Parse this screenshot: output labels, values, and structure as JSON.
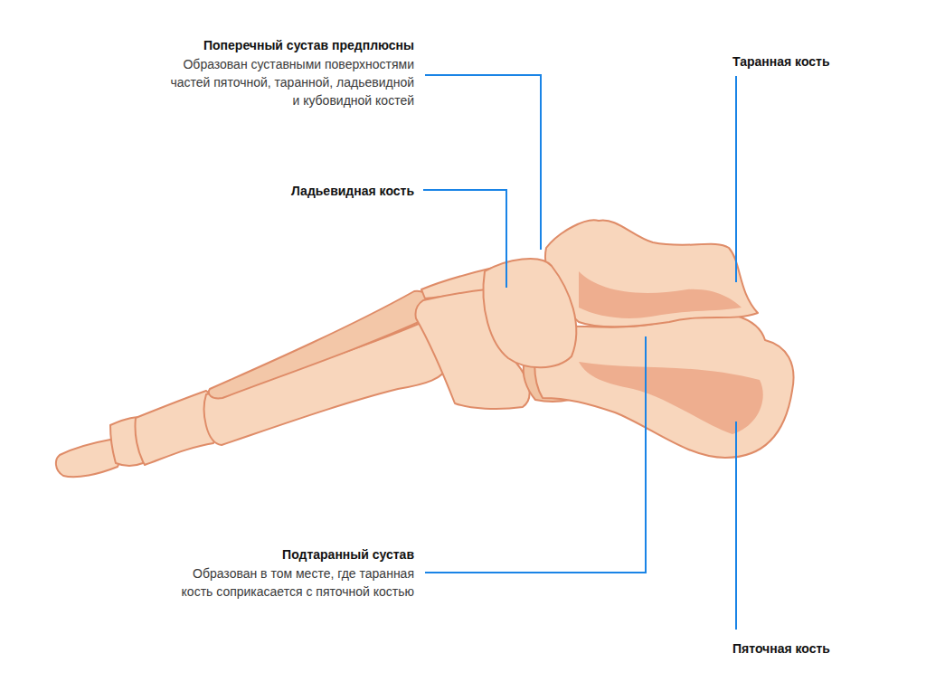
{
  "diagram": {
    "labels": [
      "Поперечный сустав предплюсны",
      "Образован суставными поверхностями частей пяточной, таранной, ладьевидной и кубовидной костей",
      "Таранная кость",
      "Ладьевидная кость",
      "Подтаранный сустав",
      "Образован в том месте, где таранная кость соприкасается с пяточной костью",
      "Пяточная кость"
    ]
  }
}
